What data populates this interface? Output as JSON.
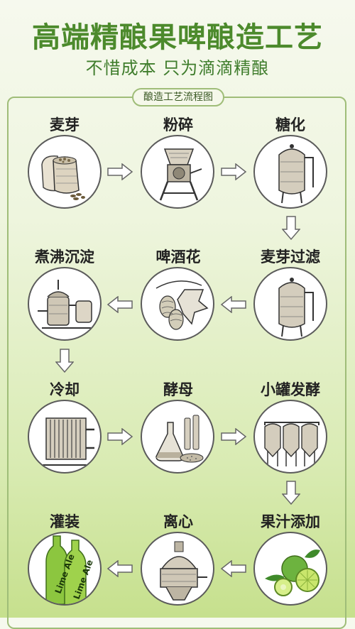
{
  "header": {
    "title": "高端精酿果啤酿造工艺",
    "subtitle": "不惜成本  只为滴滴精酿"
  },
  "panel": {
    "label": "酿造工艺流程图"
  },
  "steps": [
    {
      "label": "麦芽",
      "icon": "malt-sack-icon"
    },
    {
      "label": "粉碎",
      "icon": "grinder-icon"
    },
    {
      "label": "糖化",
      "icon": "mash-tun-icon"
    },
    {
      "label": "麦芽过滤",
      "icon": "lauter-tank-icon"
    },
    {
      "label": "啤酒花",
      "icon": "hops-icon"
    },
    {
      "label": "煮沸沉淀",
      "icon": "brew-kettle-icon"
    },
    {
      "label": "冷却",
      "icon": "heat-exchanger-icon"
    },
    {
      "label": "酵母",
      "icon": "yeast-flask-icon"
    },
    {
      "label": "小罐发酵",
      "icon": "fermentation-tanks-icon"
    },
    {
      "label": "果汁添加",
      "icon": "lime-icon"
    },
    {
      "label": "离心",
      "icon": "centrifuge-icon"
    },
    {
      "label": "灌装",
      "icon": "bottles-icon"
    }
  ],
  "product": {
    "bottle_text": "Lime Ale"
  },
  "colors": {
    "title": "#4c8a2c",
    "frame": "#9fbd78",
    "lime": "#8cc63f"
  }
}
